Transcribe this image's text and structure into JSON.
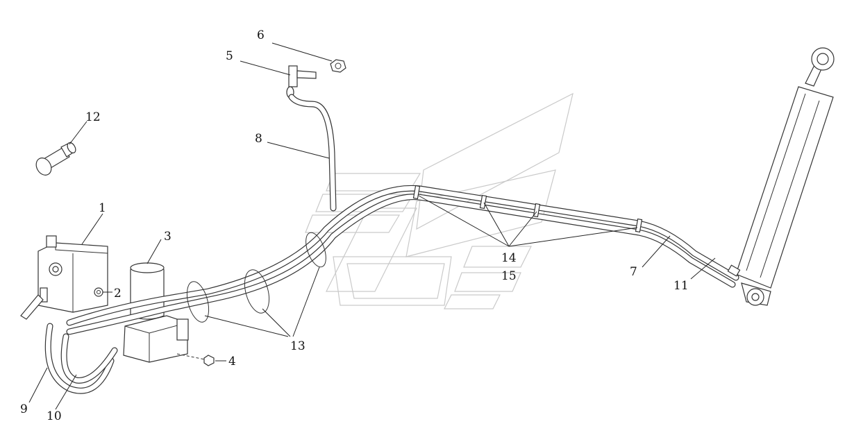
{
  "callouts": {
    "c1": "1",
    "c2": "2",
    "c3": "3",
    "c4": "4",
    "c5": "5",
    "c6": "6",
    "c7": "7",
    "c8": "8",
    "c9": "9",
    "c10": "10",
    "c11": "11",
    "c12": "12",
    "c13": "13",
    "c14": "14",
    "c15": "15"
  },
  "colors": {
    "line": "#333333",
    "watermark": "#c9c9c9",
    "background": "#ffffff"
  }
}
